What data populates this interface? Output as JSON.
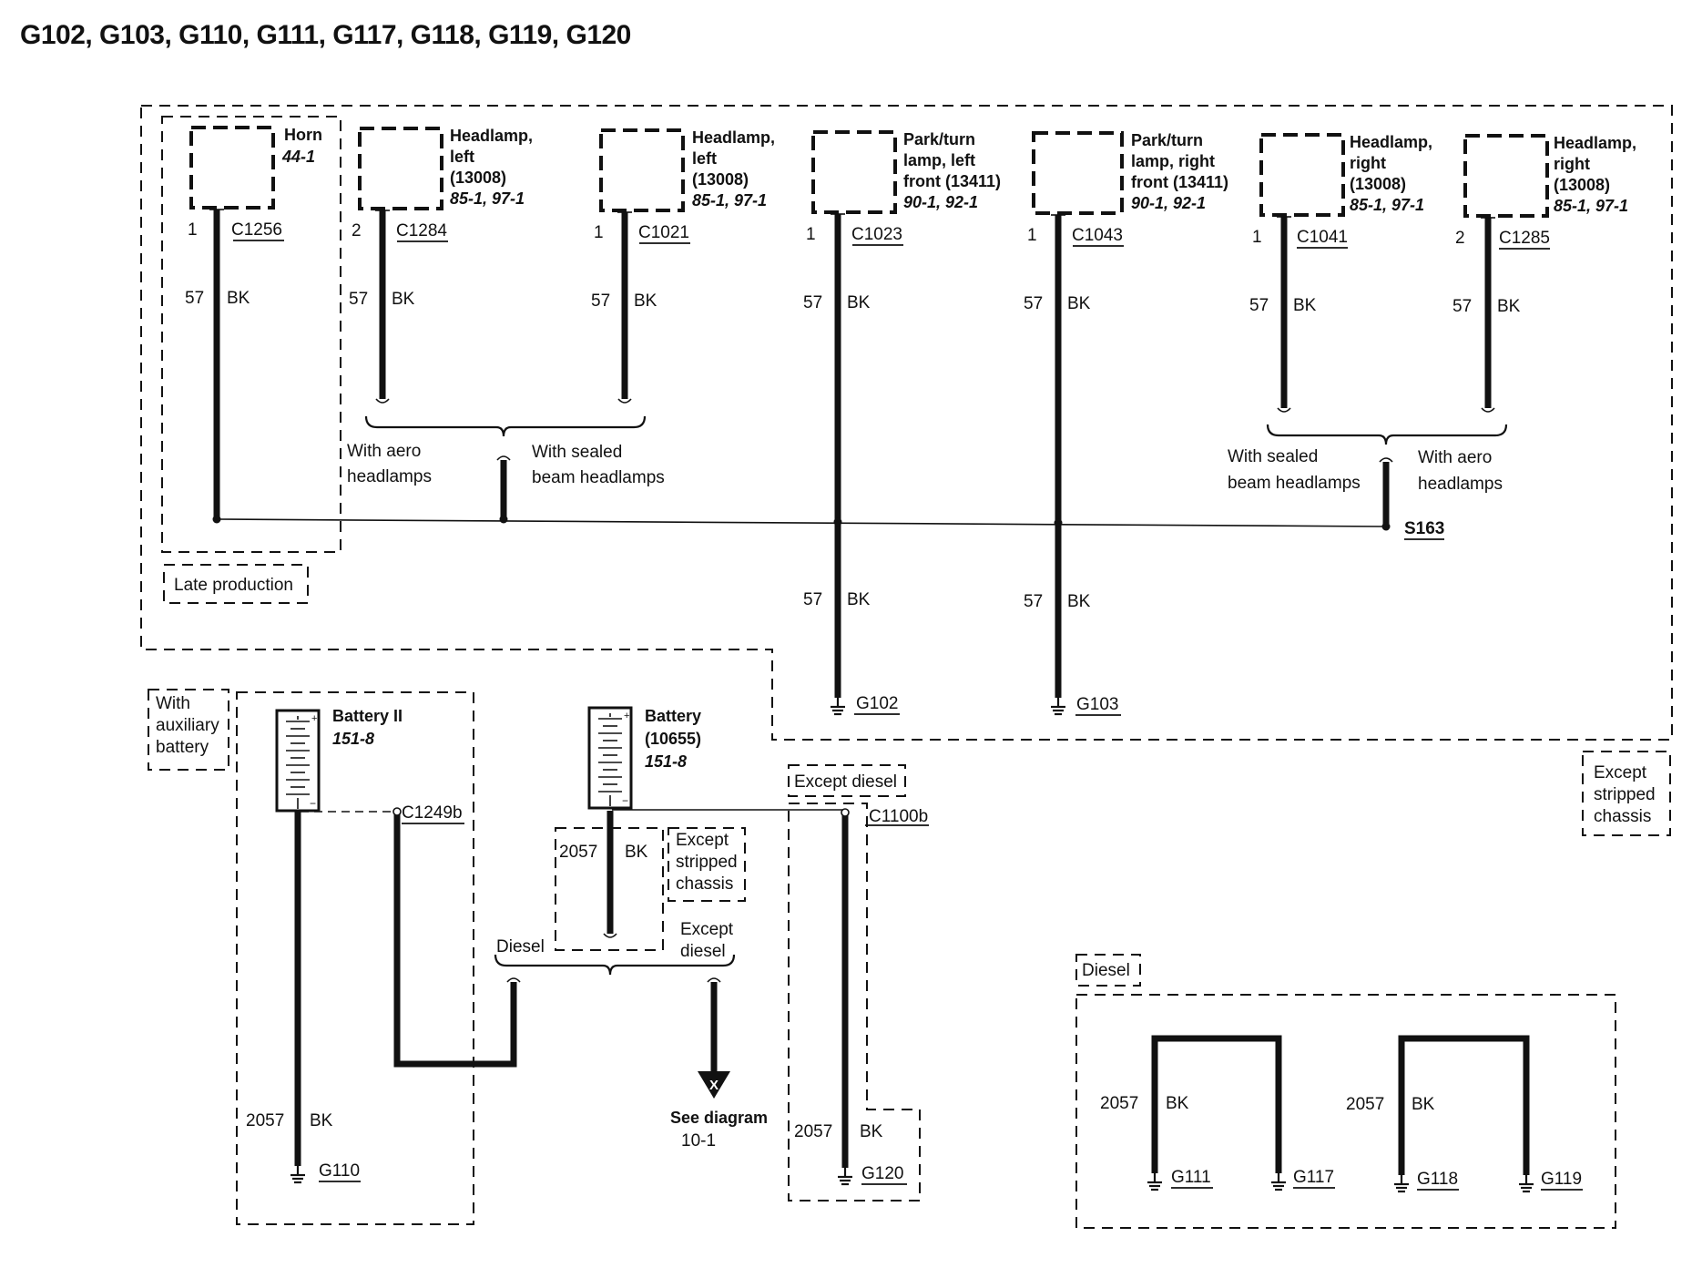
{
  "title": "G102, G103, G110, G111, G117, G118, G119, G120",
  "components": {
    "horn": {
      "name": "Horn",
      "ref": "44-1",
      "connector": "C1256",
      "pin": "1",
      "circuit": "57",
      "color": "BK"
    },
    "headlamp_left_aero": {
      "name_line1": "Headlamp,",
      "name_line2": "left",
      "name_line3": "(13008)",
      "ref": "85-1, 97-1",
      "connector": "C1284",
      "pin": "2",
      "circuit": "57",
      "color": "BK"
    },
    "headlamp_left_sealed": {
      "name_line1": "Headlamp,",
      "name_line2": "left",
      "name_line3": "(13008)",
      "ref": "85-1, 97-1",
      "connector": "C1021",
      "pin": "1",
      "circuit": "57",
      "color": "BK"
    },
    "park_left": {
      "name_line1": "Park/turn",
      "name_line2": "lamp, left",
      "name_line3": "front (13411)",
      "ref": "90-1, 92-1",
      "connector": "C1023",
      "pin": "1",
      "circuit": "57",
      "color": "BK"
    },
    "park_right": {
      "name_line1": "Park/turn",
      "name_line2": "lamp, right",
      "name_line3": "front (13411)",
      "ref": "90-1, 92-1",
      "connector": "C1043",
      "pin": "1",
      "circuit": "57",
      "color": "BK"
    },
    "headlamp_right_sealed": {
      "name_line1": "Headlamp,",
      "name_line2": "right",
      "name_line3": "(13008)",
      "ref": "85-1, 97-1",
      "connector": "C1041",
      "pin": "1",
      "circuit": "57",
      "color": "BK"
    },
    "headlamp_right_aero": {
      "name_line1": "Headlamp,",
      "name_line2": "right",
      "name_line3": "(13008)",
      "ref": "85-1, 97-1",
      "connector": "C1285",
      "pin": "2",
      "circuit": "57",
      "color": "BK"
    }
  },
  "notes": {
    "with_aero_line1": "With aero",
    "with_aero_line2": "headlamps",
    "with_sealed_line1": "With sealed",
    "with_sealed_line2": "beam headlamps",
    "late_production": "Late production",
    "splice": "S163",
    "with_aux_line1": "With",
    "with_aux_line2": "auxiliary",
    "with_aux_line3": "battery",
    "except_stripped_line1": "Except",
    "except_stripped_line2": "stripped",
    "except_stripped_line3": "chassis",
    "except_diesel_box": "Except diesel",
    "diesel": "Diesel",
    "except_diesel_line1": "Except",
    "except_diesel_line2": "diesel",
    "see_diagram_line1": "See diagram",
    "see_diagram_line2": "10-1",
    "diesel_box": "Diesel",
    "x_marker": "X"
  },
  "wires": {
    "c57": "57",
    "c2057": "2057",
    "bk": "BK"
  },
  "batteries": {
    "battery2": {
      "name": "Battery II",
      "ref": "151-8"
    },
    "battery": {
      "name_line1": "Battery",
      "name_line2": "(10655)",
      "ref": "151-8"
    }
  },
  "connectors": {
    "c1249b": "C1249b",
    "c1100b": "C1100b"
  },
  "grounds": {
    "g102": "G102",
    "g103": "G103",
    "g110": "G110",
    "g111": "G111",
    "g117": "G117",
    "g118": "G118",
    "g119": "G119",
    "g120": "G120"
  }
}
